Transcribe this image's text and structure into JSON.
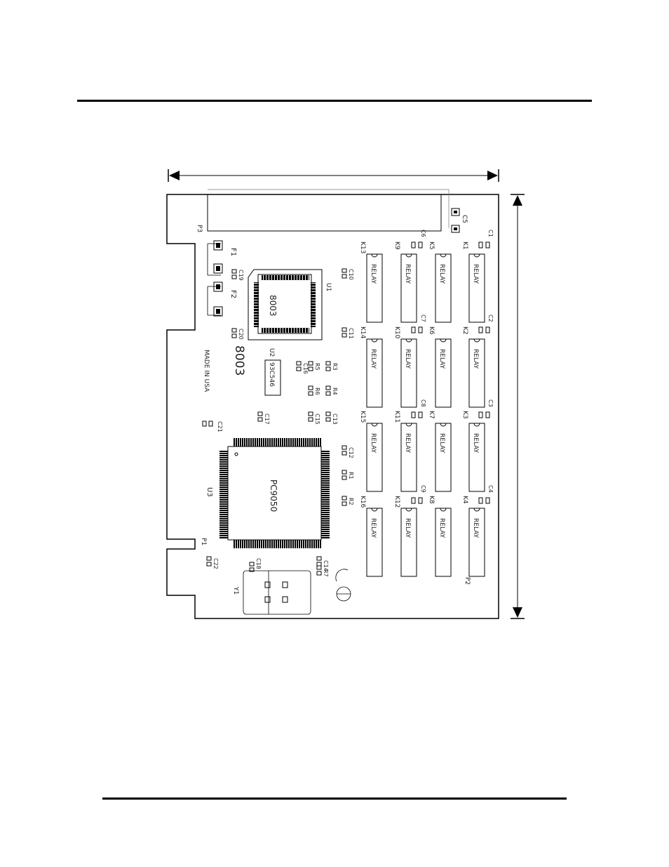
{
  "board": {
    "relay_label": "RELAY",
    "relays": [
      "K1",
      "K2",
      "K3",
      "K4",
      "K5",
      "K6",
      "K7",
      "K8",
      "K9",
      "K10",
      "K11",
      "K12",
      "K13",
      "K14",
      "K15",
      "K16"
    ],
    "relay_caps": [
      "C1",
      "C2",
      "C3",
      "C4",
      "C6",
      "C7",
      "C8",
      "C9"
    ],
    "chip_u1": {
      "ref": "U1",
      "part": "8003"
    },
    "chip_u2": {
      "ref": "U2",
      "part": "93C546"
    },
    "chip_u3": {
      "ref": "U3",
      "part": "PC9050"
    },
    "silk_part": "8003",
    "made_in": "MADE IN USA",
    "fuses": [
      "F1",
      "F2"
    ],
    "connectors": {
      "p1": "P1",
      "p2": "P2",
      "p3": "P3"
    },
    "crystal": "Y1",
    "caps": {
      "c5": "C5",
      "c10": "C10",
      "c11": "C11",
      "c12": "C12",
      "c13": "C13",
      "c14": "C14",
      "c15": "C15",
      "c16": "C16",
      "c17": "C17",
      "c18": "C18",
      "c19": "C19",
      "c20": "C20",
      "c21": "C21",
      "c22": "C22"
    },
    "resistors": {
      "r1": "R1",
      "r2": "R2",
      "r3": "R3",
      "r4": "R4",
      "r5": "R5",
      "r6": "R6",
      "r7": "R7"
    }
  }
}
